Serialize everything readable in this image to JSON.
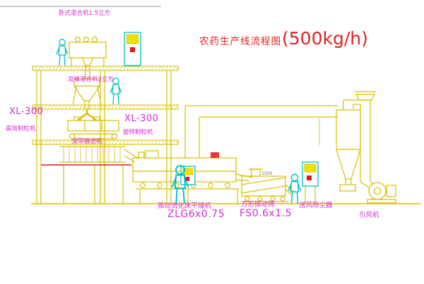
{
  "title": {
    "name": "农药生产线流程图",
    "capacity": "(500kg/h)"
  },
  "labels": {
    "mixer1": "卧式混合机1.5立方",
    "mixer2": "双维混合机3立方",
    "xl300_left": "XL-300",
    "granulator_left": "高效制粒机",
    "xl300_mid": "XL-300",
    "granulator_mid": "旋转制粒机",
    "belt_conveyor": "皮带输送机",
    "dryer_name": "振动流化床干燥机",
    "dryer_model": "ZLG6x0.75",
    "screen_name": "方形振动筛",
    "screen_model": "FS0.6x1.5",
    "dust_collector": "送风除尘器",
    "induced_fan": "引风机",
    "dim_1500": "1500"
  },
  "colors": {
    "line": "#d9bd00",
    "line_fill": "#f0e000",
    "cyan": "#00bfc8",
    "magenta": "#d628d6",
    "red": "#e01818",
    "title_red": "#e02222"
  }
}
